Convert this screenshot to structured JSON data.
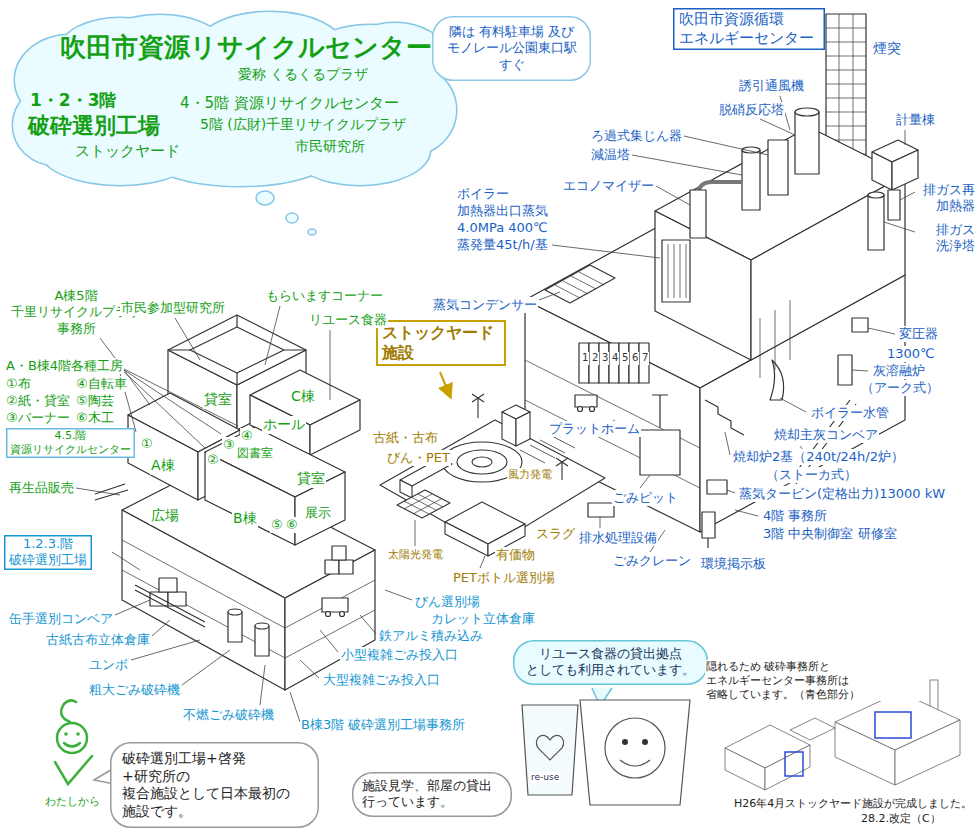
{
  "diagram": {
    "title": "吹田市資源リサイクルセンター",
    "nodes": [
      {
        "text": [
          "愛称 くるくるプラザ",
          "1・2・3階",
          "破砕選別工場",
          "ストックヤード",
          "4・5階 資源リサイクルセンター",
          "5階 (広財)千里リサイクルプラザ",
          "市民研究所"
        ]
      },
      {
        "text": [
          "隣は 有料駐車場 及び モノレール公園東口駅 すぐ"
        ]
      },
      {
        "text": [
          "吹田市資源循環 エネルギーセンター"
        ]
      },
      {
        "text": [
          "ストックヤード 施設"
        ]
      },
      {
        "text": [
          "4.5.階",
          "資源リサイクルセンター"
        ]
      },
      {
        "text": [
          "1.2.3.階",
          "破砕選別工場"
        ]
      },
      {
        "text": [
          "リユース食器の貸出拠点 としても利用されています。"
        ]
      },
      {
        "text": [
          "破砕選別工場+啓発+研究所の 複合施設として日本最初の 施設です。"
        ]
      },
      {
        "text": [
          "施設見学、部屋の貸出 行っています。"
        ]
      }
    ],
    "labels": [
      "煙突",
      "誘引通風機",
      "計量棟",
      "脱硝反応塔",
      "ろ過式集じん器",
      "減温塔",
      "エコノマイザー",
      "ボイラー",
      "加熱器出口蒸気",
      "4.0MPa 400℃",
      "蒸発量45t/h/基",
      "排ガス再 加熱器",
      "排ガス 洗浄塔",
      "蒸気コンデンサー",
      "変圧器",
      "1300℃",
      "灰溶融炉",
      "（アーク式）",
      "ボイラー水管",
      "焼却主灰コンベア",
      "焼却炉2基（240t/24h/2炉）",
      "（ストーカ式）",
      "蒸気タービン(定格出力)13000 kW",
      "4階 事務所",
      "3階 中央制御室 研修室",
      "環境掲示板",
      "プラットホーム",
      "ごみピット",
      "排水処理設備",
      "ごみクレーン",
      "1",
      "2",
      "3",
      "4",
      "5",
      "6",
      "7",
      "古紙・古布",
      "びん・PET",
      "風力発電",
      "スラグ",
      "有価物",
      "太陽光発電",
      "PETボトル選別場",
      "びん選別場",
      "カレット立体倉庫",
      "鉄アルミ積み込み",
      "小型複雑ごみ投入口",
      "大型複雑ごみ投入口",
      "B棟3階 破砕選別工場事務所",
      "不燃ごみ破砕機",
      "粗大ごみ破砕機",
      "ユンボ",
      "古紙古布立体倉庫",
      "缶手選別コンベア",
      "再生品販売",
      "A棟5階 千里リサイクルプラザ 事務所",
      "A・B棟4階各種工房",
      "①布",
      "④自転車",
      "②紙・貸室",
      "⑤陶芸",
      "③バーナー",
      "⑥木工",
      "市民参加型研究所",
      "もらいますコーナー",
      "リユース食器",
      "貸室",
      "C棟",
      "ホール",
      "図書室",
      "A棟",
      "貸室",
      "広場",
      "B棟",
      "展示",
      "①",
      "②",
      "③",
      "④",
      "⑤",
      "⑥",
      "re-use",
      "わたしから",
      "隠れるため 破砕事務所と エネルギーセンター事務所は 省略しています。（青色部分）",
      "H26年4月ストックヤード施設が完成しました。",
      "28.2.改定（C）"
    ]
  }
}
